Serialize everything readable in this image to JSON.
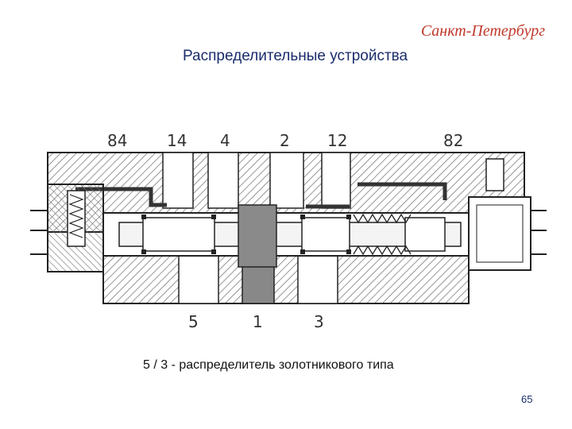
{
  "header": {
    "city": "Санкт-Петербург",
    "title": "Распределительные устройства"
  },
  "diagram": {
    "ports_top": [
      "84",
      "14",
      "4",
      "2",
      "12",
      "82"
    ],
    "ports_bottom": [
      "5",
      "1",
      "3"
    ]
  },
  "caption": "5 / 3 - распределитель золотникового типа",
  "footer": {
    "page_number": "65"
  },
  "colors": {
    "city": "#c0392b",
    "title": "#1a2d6b",
    "line": "#222222",
    "hatch": "#555555"
  }
}
